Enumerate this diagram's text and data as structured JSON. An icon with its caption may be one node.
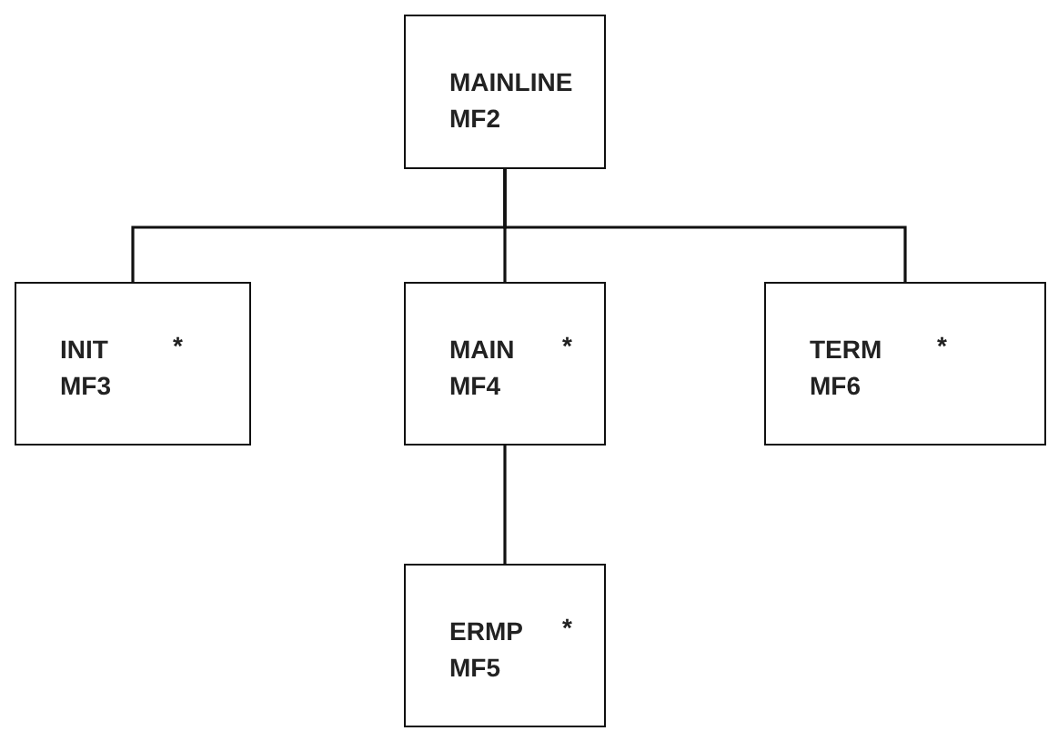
{
  "diagram": {
    "nodes": [
      {
        "text": [
          "MAINLINE",
          "MF2"
        ]
      },
      {
        "text": [
          "INIT",
          "*",
          "MF3"
        ]
      },
      {
        "text": [
          "MAIN",
          "*",
          "MF4"
        ]
      },
      {
        "text": [
          "TERM",
          "*",
          "MF6"
        ]
      },
      {
        "text": [
          "ERMP",
          "*",
          "MF5"
        ]
      }
    ],
    "edges": [
      {
        "from": 0,
        "to": 1,
        "arrow": "none"
      },
      {
        "from": 0,
        "to": 2,
        "arrow": "none"
      },
      {
        "from": 0,
        "to": 3,
        "arrow": "none"
      },
      {
        "from": 2,
        "to": 4,
        "arrow": "none"
      }
    ]
  }
}
